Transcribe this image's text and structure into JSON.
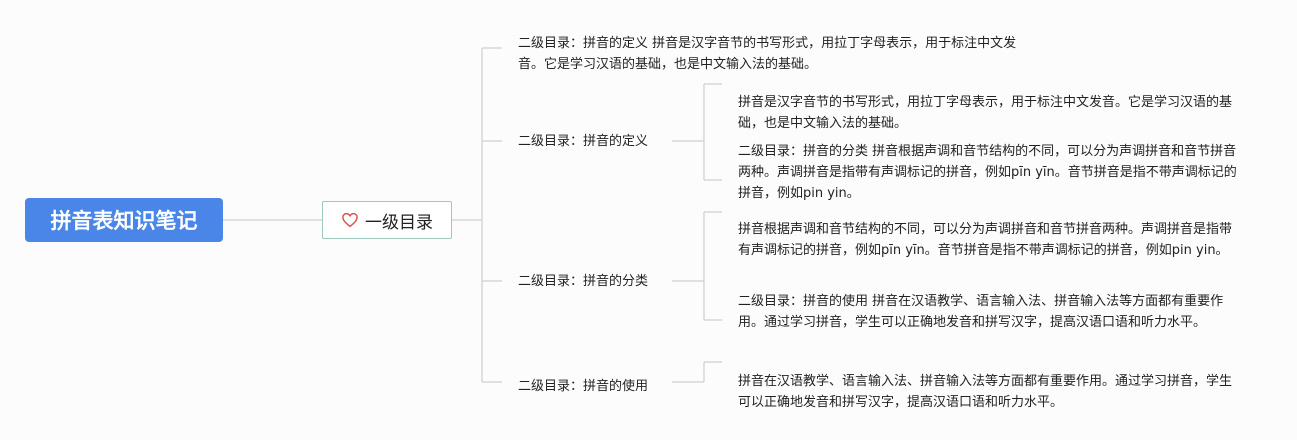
{
  "root": {
    "label": "拼音表知识笔记"
  },
  "level1": {
    "label": "一级目录",
    "icon": "heart-icon",
    "icon_color": "#d9534f"
  },
  "top_node": {
    "text": "二级目录：拼音的定义 拼音是汉字音节的书写形式，用拉丁字母表示，用于标注中文发音。它是学习汉语的基础，也是中文输入法的基础。"
  },
  "branches": [
    {
      "label": "二级目录：拼音的定义",
      "leaves": [
        "拼音是汉字音节的书写形式，用拉丁字母表示，用于标注中文发音。它是学习汉语的基础，也是中文输入法的基础。",
        "二级目录：拼音的分类 拼音根据声调和音节结构的不同，可以分为声调拼音和音节拼音两种。声调拼音是指带有声调标记的拼音，例如pīn yīn。音节拼音是指不带声调标记的拼音，例如pin yin。"
      ]
    },
    {
      "label": "二级目录：拼音的分类",
      "leaves": [
        "拼音根据声调和音节结构的不同，可以分为声调拼音和音节拼音两种。声调拼音是指带有声调标记的拼音，例如pīn yīn。音节拼音是指不带声调标记的拼音，例如pin yin。",
        "二级目录：拼音的使用 拼音在汉语教学、语言输入法、拼音输入法等方面都有重要作用。通过学习拼音，学生可以正确地发音和拼写汉字，提高汉语口语和听力水平。"
      ]
    },
    {
      "label": "二级目录：拼音的使用",
      "leaves": [
        "拼音在汉语教学、语言输入法、拼音输入法等方面都有重要作用。通过学习拼音，学生可以正确地发音和拼写汉字，提高汉语口语和听力水平。"
      ]
    }
  ],
  "colors": {
    "root_bg": "#4a86e8",
    "connector": "#cfcfcf",
    "level1_border": "#9fc8bf"
  }
}
